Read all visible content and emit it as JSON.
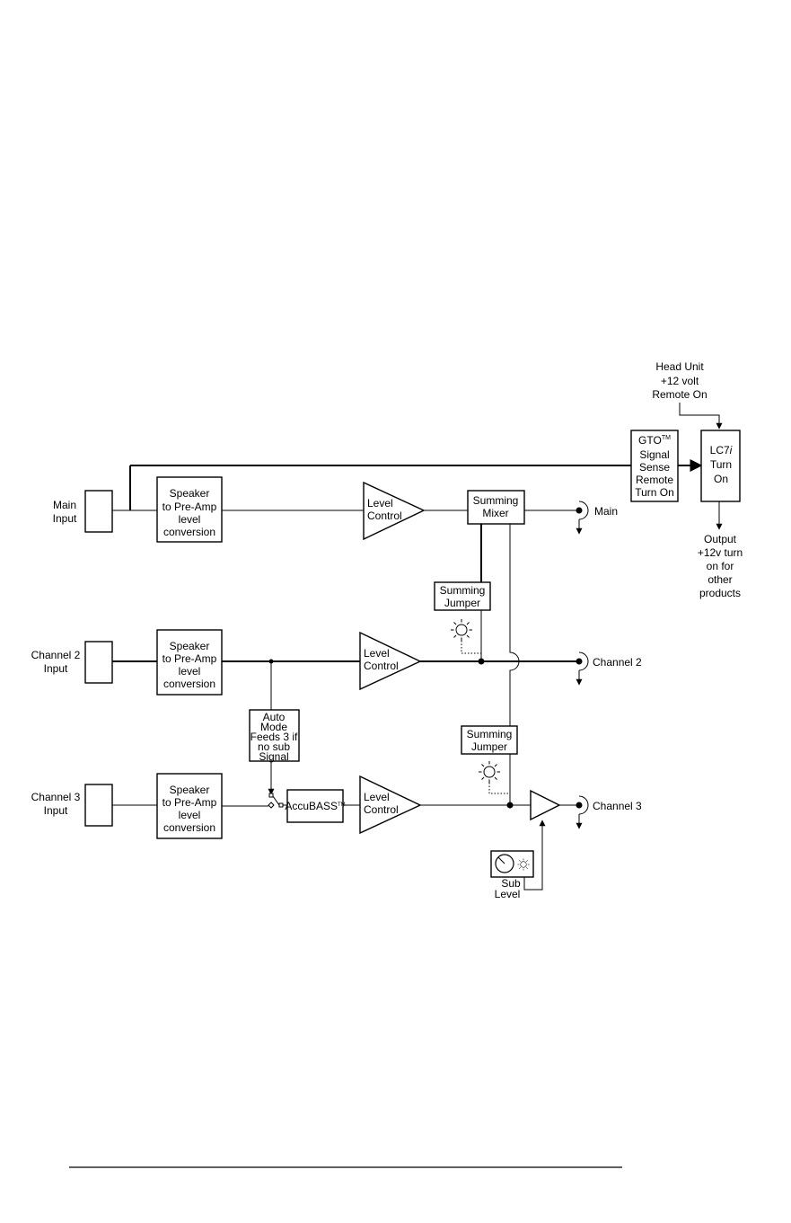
{
  "diagram": {
    "head_unit": [
      "Head Unit",
      "+12 volt",
      "Remote On"
    ],
    "gto_box": [
      "GTO",
      "TM",
      "Signal",
      "Sense",
      "Remote",
      "Turn On"
    ],
    "lc7i_box": [
      "LC7",
      "i",
      "Turn",
      "On"
    ],
    "output_note": [
      "Output",
      "+12v turn",
      "on for",
      "other",
      "products"
    ],
    "inputs": {
      "main": [
        "Main",
        "Input"
      ],
      "channel2": [
        "Channel 2",
        "Input"
      ],
      "channel3": [
        "Channel 3",
        "Input"
      ]
    },
    "speaker_box": [
      "Speaker",
      "to Pre-Amp",
      "level",
      "conversion"
    ],
    "level_control": [
      "Level",
      "Control"
    ],
    "summing_mixer": [
      "Summing",
      "Mixer"
    ],
    "summing_jumper": [
      "Summing",
      "Jumper"
    ],
    "auto_mode": [
      "Auto",
      "Mode",
      "Feeds 3 if",
      "no sub",
      "Signal"
    ],
    "accubass": [
      "AccuBASS",
      "TM"
    ],
    "sub_level": [
      "Sub",
      "Level"
    ],
    "outputs": {
      "main": "Main",
      "channel2": "Channel 2",
      "channel3": "Channel 3"
    }
  }
}
